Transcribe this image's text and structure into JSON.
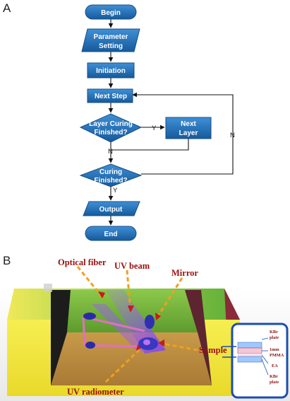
{
  "panel_a": {
    "label": "A",
    "begin": "Begin",
    "param_1": "Parameter",
    "param_2": "Setting",
    "initiation": "Initiation",
    "next_step": "Next Step",
    "layer_curing_1": "Layer Curing",
    "layer_curing_2": "Finished?",
    "next_layer_1": "Next",
    "next_layer_2": "Layer",
    "curing_1": "Curing",
    "curing_2": "Finished?",
    "output": "Output",
    "end": "End",
    "yes_1": "Y",
    "no_1": "N",
    "no_2": "N",
    "yes_2": "Y"
  },
  "panel_b": {
    "label": "B",
    "optical_fiber": "Optical fiber",
    "uv_beam": "UV beam",
    "mirror": "Mirror",
    "sample": "Sample",
    "uv_radiometer": "UV radiometer",
    "inset": {
      "kbr_top_1": "KBr",
      "kbr_top_2": "plate",
      "pmma_1": "1mm",
      "pmma_2": "PMMA",
      "ea": "EA",
      "kbr_bot_1": "KBr",
      "kbr_bot_2": "plate"
    }
  },
  "colors": {
    "shape_fill": "#1f6fb8",
    "shape_stroke": "#154f86",
    "callout_text": "#9a1010",
    "box_yellow": "#f3ea3c",
    "box_green": "#8fcc48",
    "inset_border": "#1a4fb0"
  }
}
